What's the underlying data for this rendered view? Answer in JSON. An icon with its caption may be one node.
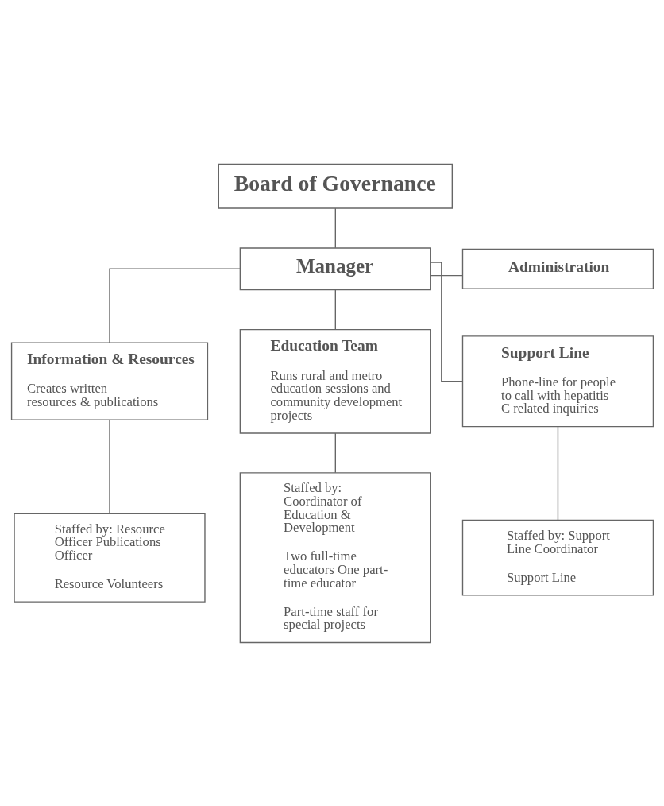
{
  "diagram": {
    "nodes": [
      {
        "text": [
          "Board of Governance"
        ]
      },
      {
        "text": [
          "Manager"
        ]
      },
      {
        "text": [
          "Administration"
        ]
      },
      {
        "text": [
          "Information & Resources",
          "Creates written resources & publications"
        ]
      },
      {
        "text": [
          "Staffed by: Resource Officer Publications Officer",
          "Resource Volunteers"
        ]
      },
      {
        "text": [
          "Education Team",
          "Runs rural and metro education sessions and community development projects"
        ]
      },
      {
        "text": [
          "Staffed by: Coordinator of Education & Development",
          "Two full-time educators One part-time educator",
          "Part-time staff for special projects"
        ]
      },
      {
        "text": [
          "Support Line",
          "Phone-line for people to call with hepatitis C related inquiries"
        ]
      },
      {
        "text": [
          "Staffed by: Support Line Coordinator",
          "Support Line"
        ]
      }
    ],
    "edges": [
      {
        "from": 0,
        "to": 1,
        "arrow": "none"
      },
      {
        "from": 1,
        "to": 2,
        "arrow": "none"
      },
      {
        "from": 1,
        "to": 3,
        "arrow": "none"
      },
      {
        "from": 1,
        "to": 5,
        "arrow": "none"
      },
      {
        "from": 1,
        "to": 7,
        "arrow": "none"
      },
      {
        "from": 3,
        "to": 4,
        "arrow": "none"
      },
      {
        "from": 5,
        "to": 6,
        "arrow": "none"
      },
      {
        "from": 7,
        "to": 8,
        "arrow": "none"
      }
    ]
  }
}
